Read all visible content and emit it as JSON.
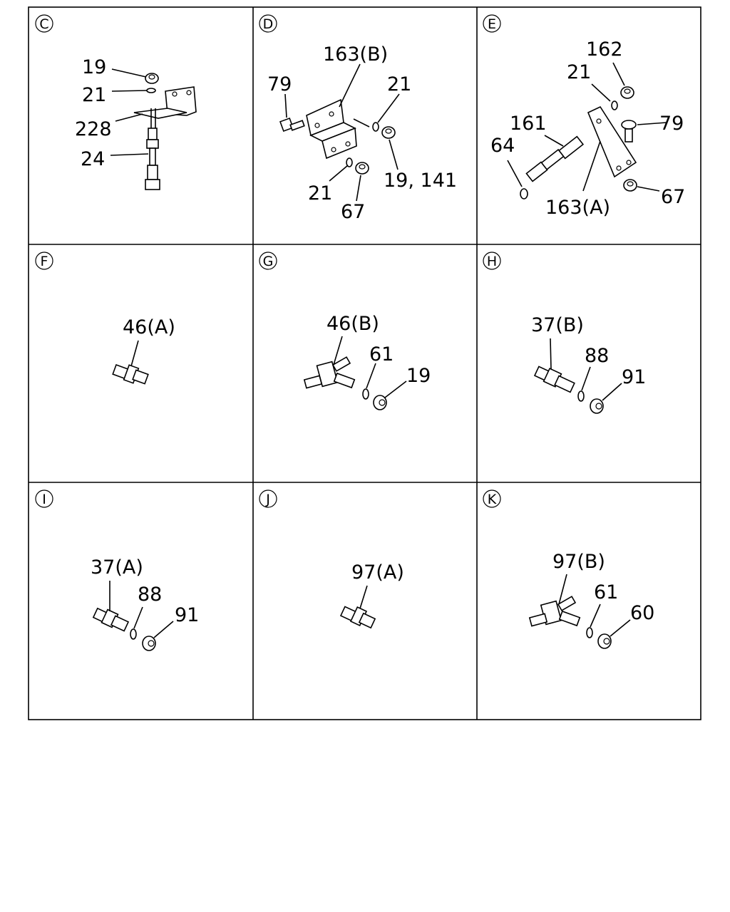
{
  "panels": [
    {
      "id": "C",
      "labels": [
        {
          "text": "19"
        },
        {
          "text": "21"
        },
        {
          "text": "228"
        },
        {
          "text": "24"
        }
      ]
    },
    {
      "id": "D",
      "labels": [
        {
          "text": "163(B)"
        },
        {
          "text": "79"
        },
        {
          "text": "21"
        },
        {
          "text": "21"
        },
        {
          "text": "67"
        },
        {
          "text": "19, 141"
        }
      ]
    },
    {
      "id": "E",
      "labels": [
        {
          "text": "162"
        },
        {
          "text": "21"
        },
        {
          "text": "161"
        },
        {
          "text": "79"
        },
        {
          "text": "64"
        },
        {
          "text": "163(A)"
        },
        {
          "text": "67"
        }
      ]
    },
    {
      "id": "F",
      "labels": [
        {
          "text": "46(A)"
        }
      ]
    },
    {
      "id": "G",
      "labels": [
        {
          "text": "46(B)"
        },
        {
          "text": "61"
        },
        {
          "text": "19"
        }
      ]
    },
    {
      "id": "H",
      "labels": [
        {
          "text": "37(B)"
        },
        {
          "text": "88"
        },
        {
          "text": "91"
        }
      ]
    },
    {
      "id": "I",
      "labels": [
        {
          "text": "37(A)"
        },
        {
          "text": "88"
        },
        {
          "text": "91"
        }
      ]
    },
    {
      "id": "J",
      "labels": [
        {
          "text": "97(A)"
        }
      ]
    },
    {
      "id": "K",
      "labels": [
        {
          "text": "97(B)"
        },
        {
          "text": "61"
        },
        {
          "text": "60"
        }
      ]
    }
  ]
}
